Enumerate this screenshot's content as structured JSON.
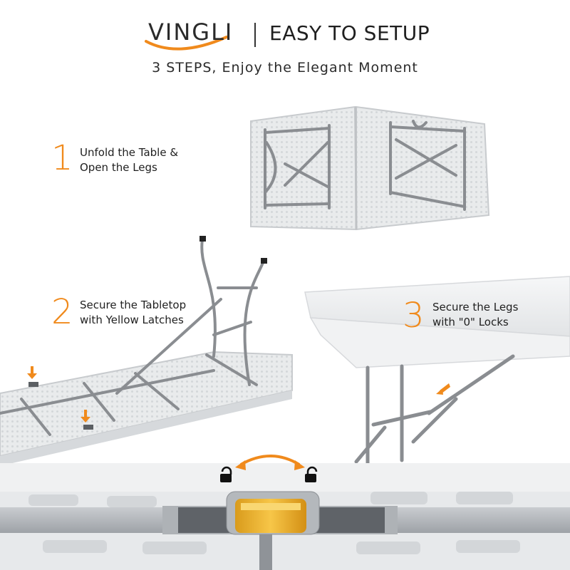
{
  "brand": {
    "name": "VINGLI"
  },
  "header": {
    "title": "EASY TO SETUP",
    "subtitle": "3 STEPS, Enjoy the Elegant Moment"
  },
  "steps": [
    {
      "number": "1",
      "text": "Unfold the Table &\nOpen the Legs"
    },
    {
      "number": "2",
      "text": "Secure the Tabletop\nwith Yellow Latches"
    },
    {
      "number": "3",
      "text": "Secure the Legs\nwith \"0\" Locks"
    }
  ],
  "colors": {
    "accent": "#f08a1c",
    "latch": "#f2b531",
    "frame": "#8a8d91",
    "tabletop": "#eceeef"
  },
  "icons": [
    "unlocked-padlock-icon",
    "locked-padlock-icon",
    "double-arrow-icon",
    "pointer-arrow-icon"
  ]
}
